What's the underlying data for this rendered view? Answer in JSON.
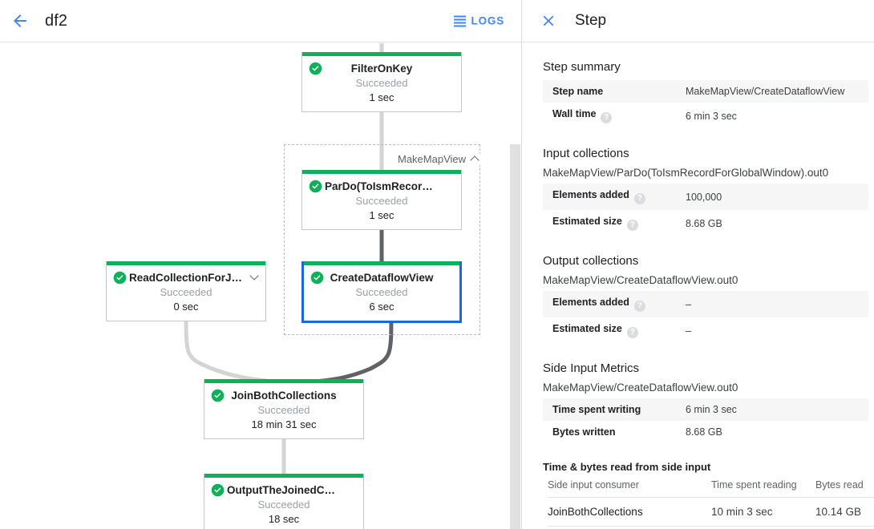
{
  "header": {
    "back_icon": "arrow-back-icon",
    "job_title": "df2",
    "logs_label": "LOGS",
    "logs_icon": "logs-icon"
  },
  "graph": {
    "group": {
      "label": "MakeMapView",
      "collapse_icon": "chevron-up-icon"
    },
    "nodes": [
      {
        "id": "filter-on-key",
        "title": "FilterOnKey",
        "status": "Succeeded",
        "time": "1 sec",
        "status_icon": "check-circle-icon",
        "selected": false,
        "expandable": false
      },
      {
        "id": "pardo-toism-record",
        "title": "ParDo(ToIsmRecordFor…",
        "status": "Succeeded",
        "time": "1 sec",
        "status_icon": "check-circle-icon",
        "selected": false,
        "expandable": false
      },
      {
        "id": "create-dataflow-view",
        "title": "CreateDataflowView",
        "status": "Succeeded",
        "time": "6 sec",
        "status_icon": "check-circle-icon",
        "selected": true,
        "expandable": false
      },
      {
        "id": "read-collection-for-join",
        "title": "ReadCollectionForJoin",
        "status": "Succeeded",
        "time": "0 sec",
        "status_icon": "check-circle-icon",
        "selected": false,
        "expandable": true,
        "expand_icon": "chevron-down-icon"
      },
      {
        "id": "join-both-collections",
        "title": "JoinBothCollections",
        "status": "Succeeded",
        "time": "18 min 31 sec",
        "status_icon": "check-circle-icon",
        "selected": false,
        "expandable": false
      },
      {
        "id": "output-the-joined-collection",
        "title": "OutputTheJoinedCollec…",
        "status": "Succeeded",
        "time": "18 sec",
        "status_icon": "check-circle-icon",
        "selected": false,
        "expandable": false
      }
    ],
    "colors": {
      "success_bar": "#0fb05a",
      "selected_border": "#1967e8",
      "edge": "#d4d4d4",
      "edge_highlight": "#5f6368"
    }
  },
  "panel": {
    "close_icon": "close-icon",
    "title": "Step",
    "step_summary": {
      "title": "Step summary",
      "rows": [
        {
          "key": "Step name",
          "value": "MakeMapView/CreateDataflowView",
          "help": false
        },
        {
          "key": "Wall time",
          "value": "6 min 3 sec",
          "help": true
        }
      ]
    },
    "input_collections": {
      "title": "Input collections",
      "collection": "MakeMapView/ParDo(ToIsmRecordForGlobalWindow).out0",
      "rows": [
        {
          "key": "Elements added",
          "value": "100,000",
          "help": true
        },
        {
          "key": "Estimated size",
          "value": "8.68 GB",
          "help": true
        }
      ]
    },
    "output_collections": {
      "title": "Output collections",
      "collection": "MakeMapView/CreateDataflowView.out0",
      "rows": [
        {
          "key": "Elements added",
          "value": "–",
          "help": true
        },
        {
          "key": "Estimated size",
          "value": "–",
          "help": true
        }
      ]
    },
    "side_input_metrics": {
      "title": "Side Input Metrics",
      "collection": "MakeMapView/CreateDataflowView.out0",
      "rows": [
        {
          "key": "Time spent writing",
          "value": "6 min 3 sec",
          "help": false
        },
        {
          "key": "Bytes written",
          "value": "8.68 GB",
          "help": false
        }
      ],
      "table_title": "Time & bytes read from side input",
      "columns": [
        "Side input consumer",
        "Time spent reading",
        "Bytes read"
      ],
      "table_rows": [
        [
          "JoinBothCollections",
          "10 min 3 sec",
          "10.14 GB"
        ]
      ]
    }
  }
}
